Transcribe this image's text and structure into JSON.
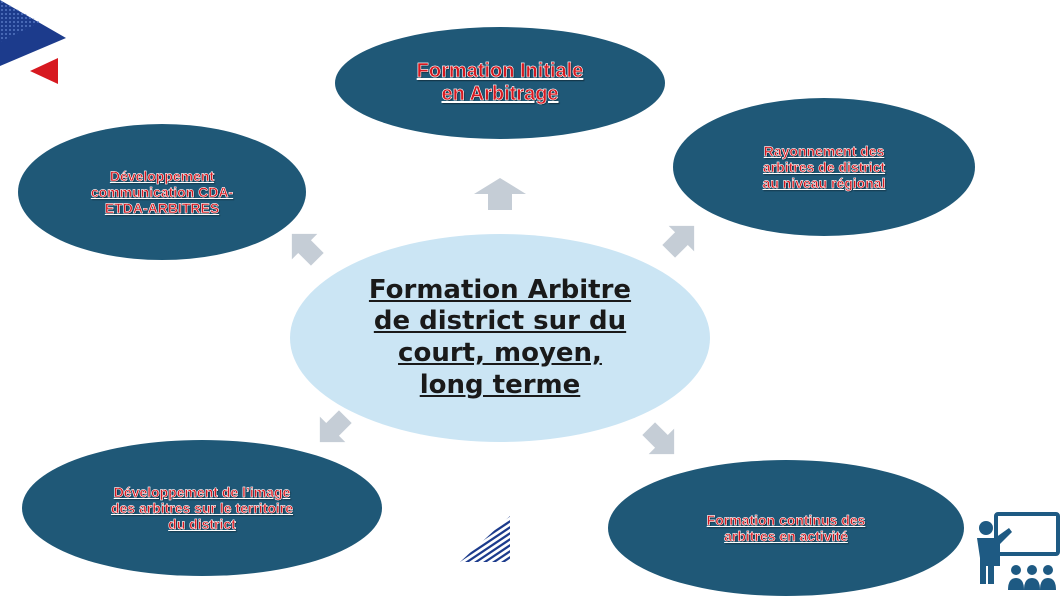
{
  "diagram": {
    "center": {
      "text": "Formation Arbitre\nde district sur du\ncourt, moyen,\nlong terme"
    },
    "nodes": {
      "top": "Formation Initiale\nen Arbitrage",
      "top_right": "Rayonnement des\narbitres de district\nau niveau régional",
      "top_left": "Développement\ncommunication CDA-\nETDA-ARBITRES",
      "bottom_left": "Développement de l’image\ndes arbitres sur le territoire\ndu district",
      "bottom_right": "Formation continus des\narbitres en activité"
    }
  },
  "colors": {
    "node_fill": "#1f5877",
    "node_text": "#d71920",
    "center_fill": "#cbe5f4",
    "arrow_fill": "#c5cdd6",
    "logo_blue": "#1c3b8c",
    "logo_red": "#d71920"
  },
  "icons": {
    "logo": "brand-triangles-logo",
    "stripes": "striped-triangle-icon",
    "teacher": "teacher-presentation-icon"
  }
}
